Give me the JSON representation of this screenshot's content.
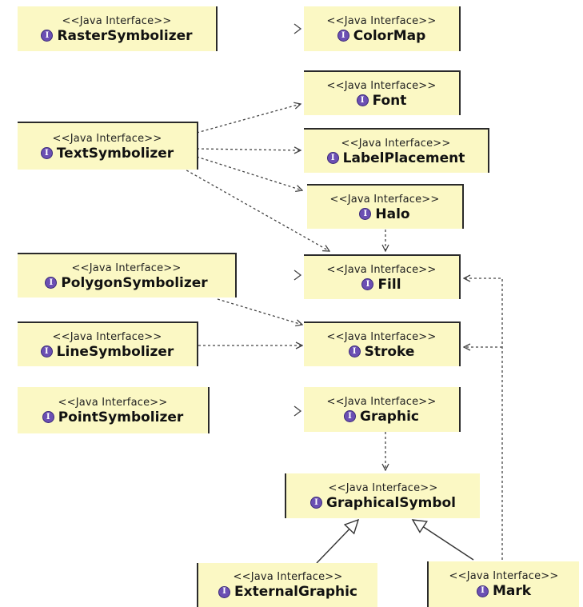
{
  "stereotype": "<<Java Interface>>",
  "icon_glyph": "I",
  "colors": {
    "box_fill": "#fbf8c4",
    "border": "#2a2a2a",
    "icon": "#6b4fb3",
    "edge": "#444444"
  },
  "interfaces": {
    "raster_symbolizer": "RasterSymbolizer",
    "color_map": "ColorMap",
    "font": "Font",
    "text_symbolizer": "TextSymbolizer",
    "label_placement": "LabelPlacement",
    "halo": "Halo",
    "polygon_symbolizer": "PolygonSymbolizer",
    "fill": "Fill",
    "line_symbolizer": "LineSymbolizer",
    "stroke": "Stroke",
    "point_symbolizer": "PointSymbolizer",
    "graphic": "Graphic",
    "graphical_symbol": "GraphicalSymbol",
    "external_graphic": "ExternalGraphic",
    "mark": "Mark"
  }
}
